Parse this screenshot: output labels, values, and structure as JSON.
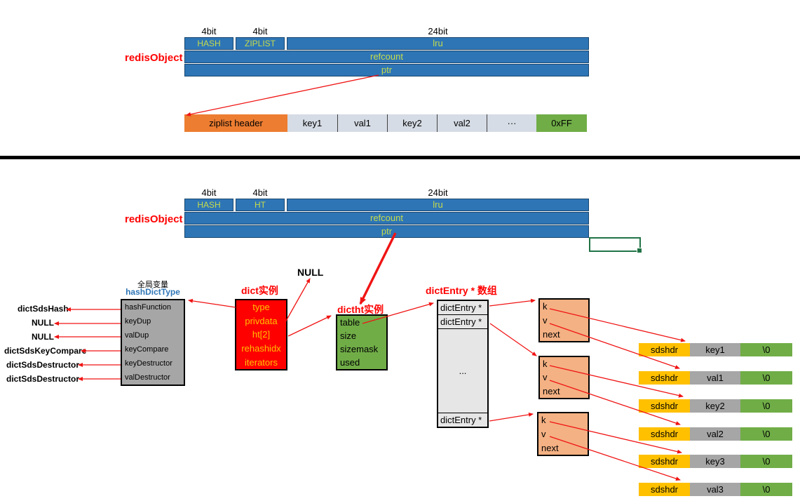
{
  "colors": {
    "struct_blue": "#2E75B6",
    "struct_text_yellow_green": "#C5DB4B",
    "label_red": "#FF0000",
    "ziplist_header_orange": "#ED7D31",
    "ziplist_cell_gray_blue": "#D6DCE5",
    "terminator_green": "#70AD47",
    "sds_hdr_gold": "#FFC000",
    "sds_mid_gray": "#A6A6A6",
    "entry_orange": "#F4B183",
    "entry_array_gray": "#E7E6E6",
    "selection_green": "#217346",
    "hashdicttype_blue": "#2E75B6"
  },
  "top": {
    "bit_labels": [
      "4bit",
      "4bit",
      "24bit"
    ],
    "object_label": "redisObject",
    "type_cell": "HASH",
    "encoding_cell": "ZIPLIST",
    "lru_cell": "lru",
    "refcount_cell": "refcount",
    "ptr_cell": "ptr",
    "ziplist": {
      "header": "ziplist header",
      "cells": [
        "key1",
        "val1",
        "key2",
        "val2",
        "···"
      ],
      "terminator": "0xFF"
    }
  },
  "bottom": {
    "bit_labels": [
      "4bit",
      "4bit",
      "24bit"
    ],
    "object_label": "redisObject",
    "type_cell": "HASH",
    "encoding_cell": "HT",
    "lru_cell": "lru",
    "refcount_cell": "refcount",
    "ptr_cell": "ptr",
    "null_top": "NULL",
    "global_label": "全局变量",
    "hash_dict_type": {
      "title": "hashDictType",
      "rows": [
        "hashFunction",
        "keyDup",
        "valDup",
        "keyCompare",
        "keyDestructor",
        "valDestructor"
      ]
    },
    "func_labels": [
      "dictSdsHash",
      "NULL",
      "NULL",
      "dictSdsKeyCompare",
      "dictSdsDestructor",
      "dictSdsDestructor"
    ],
    "dict": {
      "title": "dict实例",
      "rows": [
        "type",
        "privdata",
        "ht[2]",
        "rehashidx",
        "iterators"
      ]
    },
    "dictht": {
      "title": "dictht实例",
      "rows": [
        "table",
        "size",
        "sizemask",
        "used"
      ]
    },
    "entry_array": {
      "title": "dictEntry * 数组",
      "row_top1": "dictEntry *",
      "row_top2": "dictEntry *",
      "row_mid": "...",
      "row_bottom": "dictEntry *"
    },
    "entries": [
      {
        "fields": [
          "k",
          "v",
          "next"
        ]
      },
      {
        "fields": [
          "k",
          "v",
          "next"
        ]
      },
      {
        "fields": [
          "k",
          "v",
          "next"
        ]
      }
    ],
    "sds_rows": [
      {
        "hdr": "sdshdr",
        "content": "key1",
        "terminator": "\\0"
      },
      {
        "hdr": "sdshdr",
        "content": "val1",
        "terminator": "\\0"
      },
      {
        "hdr": "sdshdr",
        "content": "key2",
        "terminator": "\\0"
      },
      {
        "hdr": "sdshdr",
        "content": "val2",
        "terminator": "\\0"
      },
      {
        "hdr": "sdshdr",
        "content": "key3",
        "terminator": "\\0"
      },
      {
        "hdr": "sdshdr",
        "content": "val3",
        "terminator": "\\0"
      }
    ]
  }
}
